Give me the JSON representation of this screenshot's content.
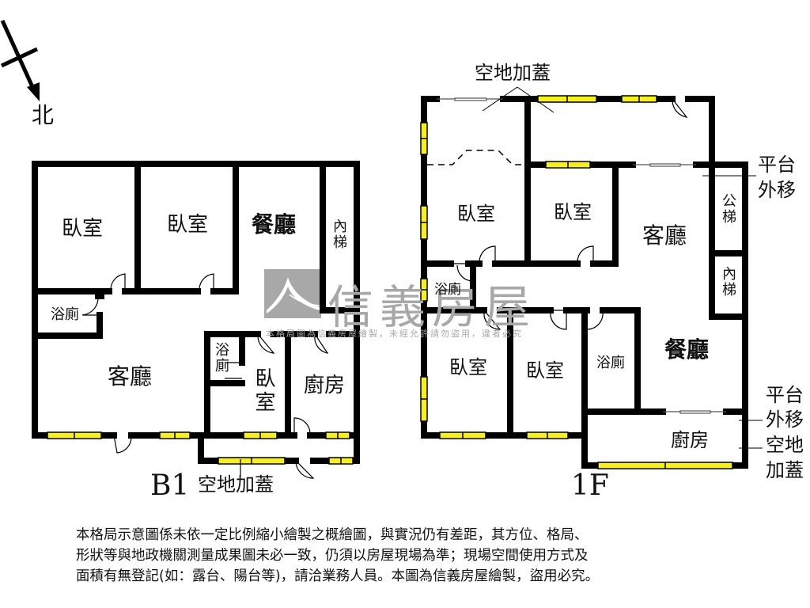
{
  "compass": {
    "label": "北",
    "icon": "north-arrow-icon"
  },
  "watermark": {
    "logo_icon": "sinyi-logo-icon",
    "name": "信義房屋",
    "subtext": "本格局圖為信義房屋繪製，未經允許請勿盜用，違者必究",
    "color": "#a8a8a8"
  },
  "colors": {
    "wall": "#000000",
    "window_fill": "#f7f01e",
    "background": "#ffffff"
  },
  "floors": {
    "b1": {
      "label": "B1",
      "rooms": {
        "bedroom1": "臥室",
        "bedroom2": "臥室",
        "dining": "餐廳",
        "inner_stair": "內梯",
        "bath1": "浴廁",
        "living": "客廳",
        "bath2": "浴廁",
        "bedroom3": "臥室",
        "kitchen": "廚房"
      },
      "annotations": {
        "open_space_addition": "空地加蓋"
      }
    },
    "f1": {
      "label": "1F",
      "rooms": {
        "bedroom1": "臥室",
        "bedroom2": "臥室",
        "living": "客廳",
        "public_stair": "公梯",
        "inner_stair": "內梯",
        "bath1": "浴廁",
        "bedroom3": "臥室",
        "bedroom4": "臥室",
        "bath2": "浴廁",
        "dining": "餐廳",
        "kitchen": "廚房"
      },
      "annotations": {
        "top_addition": "空地加蓋",
        "platform_shift_top_line1": "平台",
        "platform_shift_top_line2": "外移",
        "platform_shift_bottom_line1": "平台",
        "platform_shift_bottom_line2": "外移",
        "addition_bottom_line1": "空地",
        "addition_bottom_line2": "加蓋"
      }
    }
  },
  "disclaimer": {
    "line1": "本格局示意圖係未依一定比例縮小繪製之概繪圖，與實況仍有差距，其方位、格局、",
    "line2": "形狀等與地政機關測量成果圖未必一致，仍須以房屋現場為準；現場空間使用方式及",
    "line3": "面積有無登記(如：露台、陽台等)，請洽業務人員。本圖為信義房屋繪製，盜用必究。"
  }
}
